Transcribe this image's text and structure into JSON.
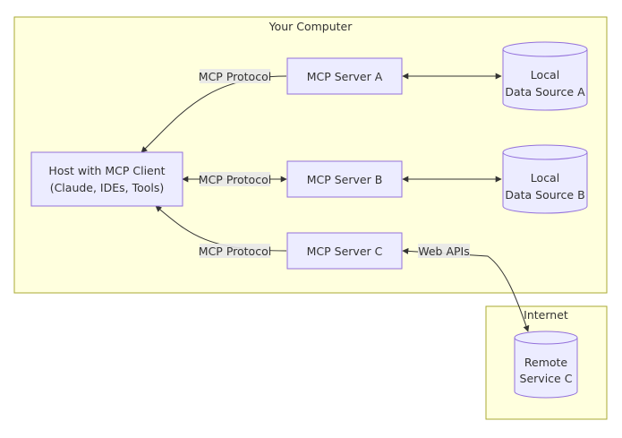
{
  "groups": {
    "computer_title": "Your Computer",
    "internet_title": "Internet"
  },
  "nodes": {
    "host": {
      "line1": "Host with MCP Client",
      "line2": "(Claude, IDEs, Tools)"
    },
    "server_a": "MCP Server A",
    "server_b": "MCP Server B",
    "server_c": "MCP Server C",
    "source_a": {
      "line1": "Local",
      "line2": "Data Source A"
    },
    "source_b": {
      "line1": "Local",
      "line2": "Data Source B"
    },
    "remote_c": {
      "line1": "Remote",
      "line2": "Service C"
    }
  },
  "edges": {
    "protocol_a": "MCP Protocol",
    "protocol_b": "MCP Protocol",
    "protocol_c": "MCP Protocol",
    "web_apis": "Web APIs"
  },
  "colors": {
    "group_fill": "#ffffde",
    "group_stroke": "#aaaa33",
    "node_fill": "#ececff",
    "node_stroke": "#9370db",
    "edge": "#333333",
    "label_bg": "#e8e8e8"
  }
}
